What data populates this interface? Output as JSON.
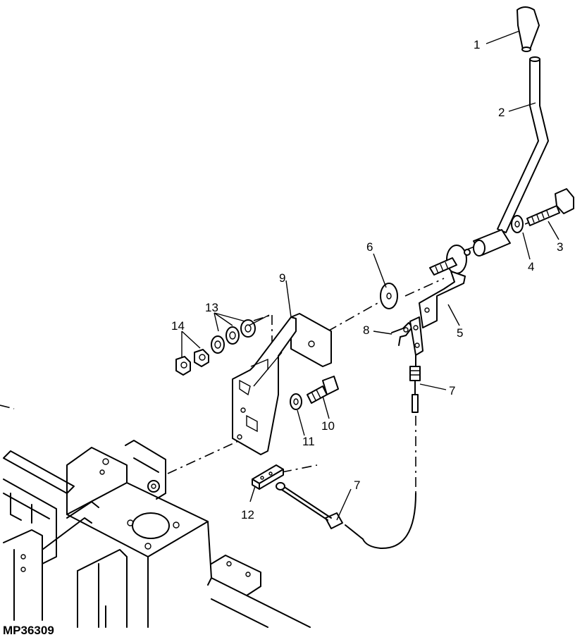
{
  "figure_id": "MP36309",
  "callouts": [
    {
      "id": "c1",
      "label": "1"
    },
    {
      "id": "c2",
      "label": "2"
    },
    {
      "id": "c3",
      "label": "3"
    },
    {
      "id": "c4",
      "label": "4"
    },
    {
      "id": "c5",
      "label": "5"
    },
    {
      "id": "c6",
      "label": "6"
    },
    {
      "id": "c7a",
      "label": "7"
    },
    {
      "id": "c7b",
      "label": "7"
    },
    {
      "id": "c8",
      "label": "8"
    },
    {
      "id": "c9",
      "label": "9"
    },
    {
      "id": "c10",
      "label": "10"
    },
    {
      "id": "c11",
      "label": "11"
    },
    {
      "id": "c12",
      "label": "12"
    },
    {
      "id": "c13",
      "label": "13"
    },
    {
      "id": "c14",
      "label": "14"
    }
  ],
  "parts": [
    {
      "number": "1",
      "name": "knob-icon"
    },
    {
      "number": "2",
      "name": "lever-rod-icon"
    },
    {
      "number": "3",
      "name": "bolt-icon"
    },
    {
      "number": "4",
      "name": "washer-icon"
    },
    {
      "number": "5",
      "name": "pivot-bracket-icon"
    },
    {
      "number": "6",
      "name": "washer-icon"
    },
    {
      "number": "7",
      "name": "cable-icon"
    },
    {
      "number": "8",
      "name": "clip-pin-icon"
    },
    {
      "number": "9",
      "name": "mounting-bracket-icon"
    },
    {
      "number": "10",
      "name": "bolt-icon"
    },
    {
      "number": "11",
      "name": "washer-icon"
    },
    {
      "number": "12",
      "name": "clamp-block-icon"
    },
    {
      "number": "13",
      "name": "washer-icon"
    },
    {
      "number": "14",
      "name": "nut-icon"
    }
  ]
}
